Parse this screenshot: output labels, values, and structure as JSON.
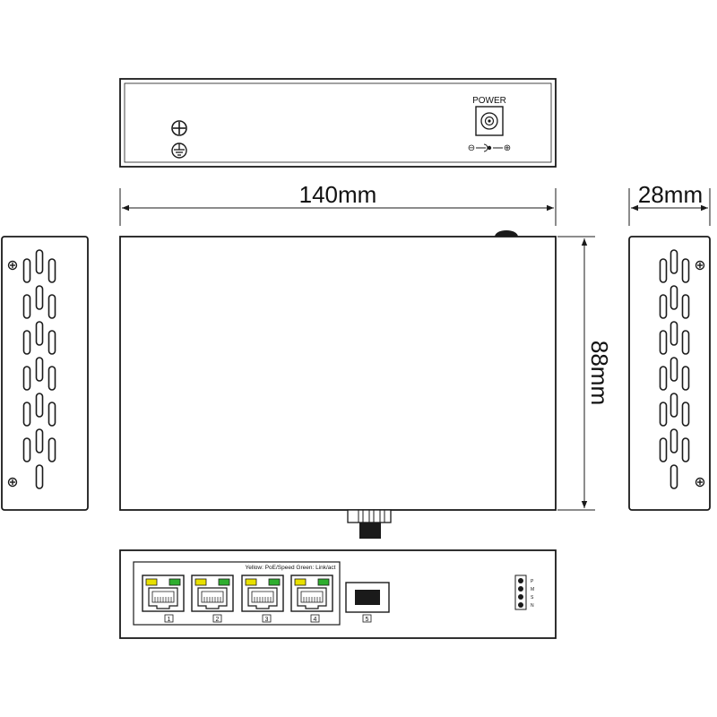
{
  "dimensions": {
    "width": "140mm",
    "height": "88mm",
    "depth": "28mm"
  },
  "rear_panel": {
    "power_label": "POWER",
    "polarity_left": "⊖",
    "polarity_right": "⊕"
  },
  "front_panel": {
    "led_legend": "Yellow: PoE/Speed  Green: Link/act",
    "ports": [
      "1",
      "2",
      "3",
      "4"
    ],
    "sfp_port": "5",
    "dip_labels": [
      "P",
      "M",
      "S",
      "N"
    ]
  },
  "icons": {
    "ground": "ground-icon",
    "screw": "screw-icon"
  },
  "colors": {
    "line": "#1a1a1a",
    "led_yellow": "#e8e000",
    "led_green": "#2fae2f"
  }
}
